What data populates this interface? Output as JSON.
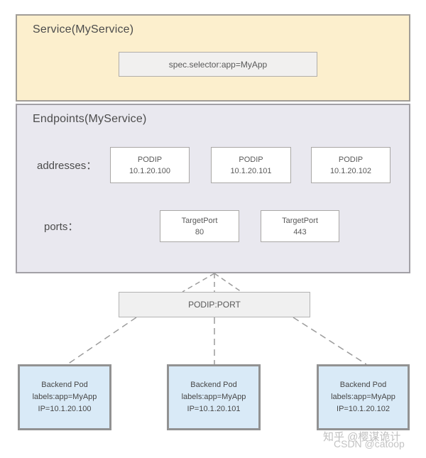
{
  "service": {
    "title": "Service(MyService)",
    "selector": "spec.selector:app=MyApp"
  },
  "endpoints": {
    "title": "Endpoints(MyService)",
    "addresses_label": "addresses：",
    "address_cards": [
      {
        "name": "PODIP",
        "value": "10.1.20.100"
      },
      {
        "name": "PODIP",
        "value": "10.1.20.101"
      },
      {
        "name": "PODIP",
        "value": "10.1.20.102"
      }
    ],
    "ports_label": "ports：",
    "port_cards": [
      {
        "name": "TargetPort",
        "value": "80"
      },
      {
        "name": "TargetPort",
        "value": "443"
      }
    ]
  },
  "connector": {
    "label": "PODIP:PORT"
  },
  "pods": [
    {
      "title": "Backend Pod",
      "labels": "labels:app=MyApp",
      "ip": "IP=10.1.20.100"
    },
    {
      "title": "Backend Pod",
      "labels": "labels:app=MyApp",
      "ip": "IP=10.1.20.101"
    },
    {
      "title": "Backend Pod",
      "labels": "labels:app=MyApp",
      "ip": "IP=10.1.20.102"
    }
  ],
  "watermark": {
    "zhihu": "知乎 @樱谋诡计",
    "csdn": "CSDN @catoop"
  },
  "colors": {
    "service_bg": "#fcefcd",
    "endpoints_bg": "#e9e8ef",
    "pod_bg": "#d9eaf7",
    "card_bg": "#f1f0ef",
    "box_border": "#a2a0a6",
    "pod_border": "#929292",
    "dashed_line": "#9b9b9b",
    "text": "#4c4c4c"
  }
}
